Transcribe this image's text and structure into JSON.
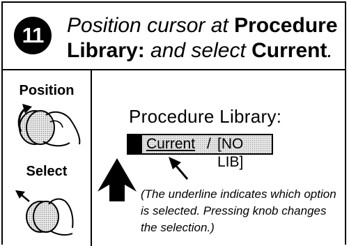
{
  "step": {
    "number": "11",
    "instruction": {
      "part1": "Position cursor at ",
      "bold1": "Procedure Library:",
      "part2": " and select ",
      "bold2": "Current",
      "end": "."
    }
  },
  "hints": [
    {
      "label": "Position",
      "icon": "rotate-knob-icon"
    },
    {
      "label": "Select",
      "icon": "press-knob-icon"
    }
  ],
  "display": {
    "title": "Procedure Library:",
    "options": [
      "Current",
      "[NO LIB]"
    ],
    "separator": "/",
    "selected": "Current"
  },
  "note": "(The underline indicates which option is selected. Pressing knob changes the selection.)"
}
